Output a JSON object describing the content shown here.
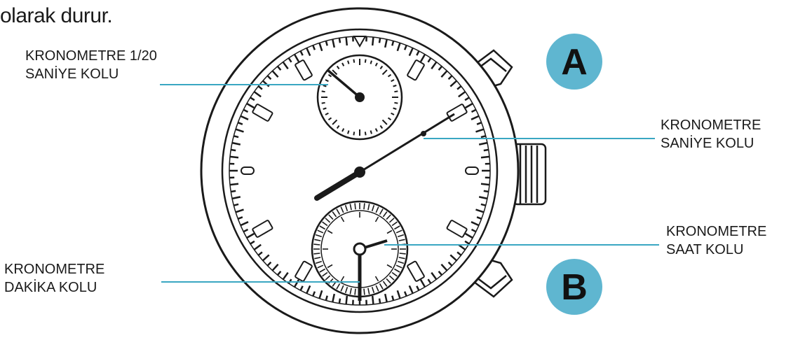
{
  "intro_text": "olarak durur.",
  "labels": {
    "tenth_second_hand": {
      "line1": "KRONOMETRE 1/20",
      "line2": "SANİYE KOLU"
    },
    "second_hand": {
      "line1": "KRONOMETRE",
      "line2": "SANİYE KOLU"
    },
    "hour_hand": {
      "line1": "KRONOMETRE",
      "line2": "SAAT KOLU"
    },
    "minute_hand": {
      "line1": "KRONOMETRE",
      "line2": "DAKİKA KOLU"
    }
  },
  "buttons": {
    "a": {
      "letter": "A"
    },
    "b": {
      "letter": "B"
    }
  },
  "colors": {
    "leader_line": "#3aa7c2",
    "button_badge": "#5fb6d0",
    "outline": "#1a1a1a"
  }
}
